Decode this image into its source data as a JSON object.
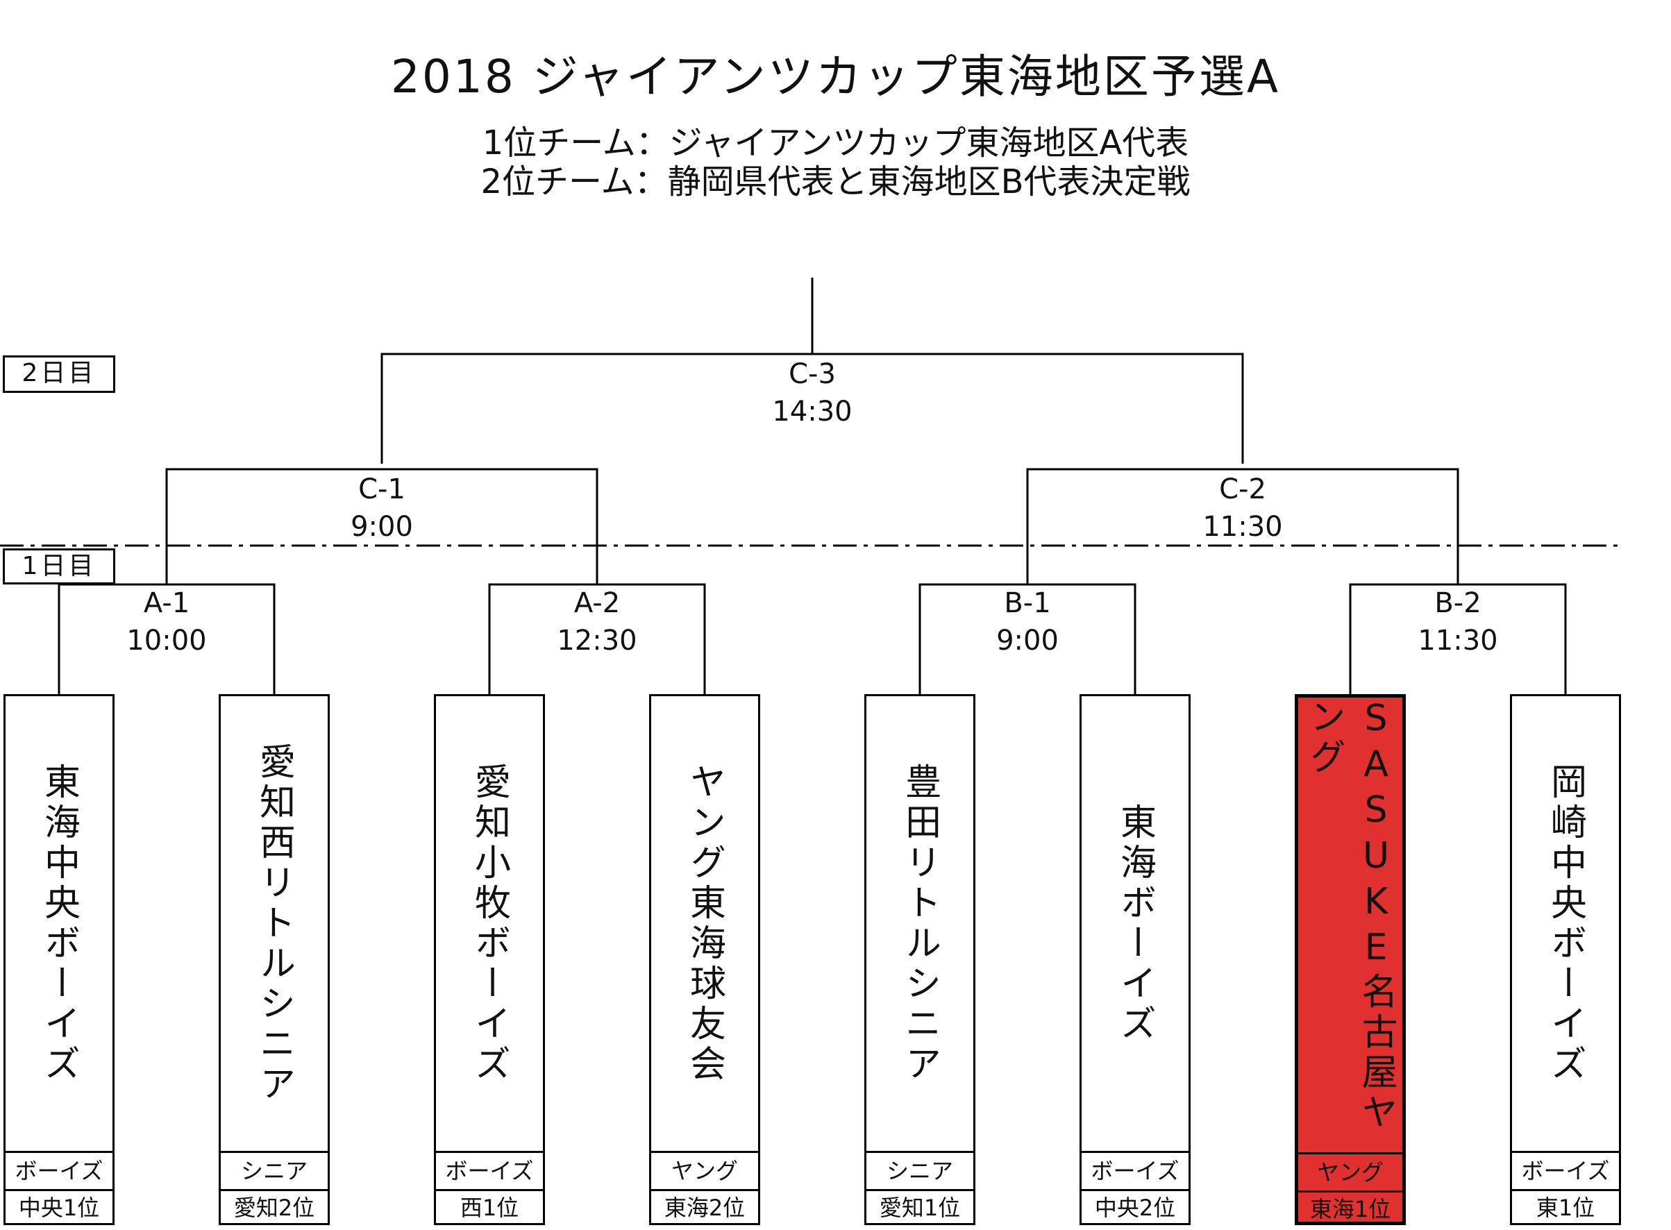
{
  "header": {
    "title": "2018 ジャイアンツカップ東海地区予選A",
    "subtitle_line1": "1位チーム：ジャイアンツカップ東海地区A代表",
    "subtitle_line2": "2位チーム：静岡県代表と東海地区B代表決定戦"
  },
  "days": {
    "day2": "2日目",
    "day1": "1日目"
  },
  "matches": {
    "c3": {
      "code": "C-3",
      "time": "14:30"
    },
    "c1": {
      "code": "C-1",
      "time": "9:00"
    },
    "c2": {
      "code": "C-2",
      "time": "11:30"
    },
    "a1": {
      "code": "A-1",
      "time": "10:00"
    },
    "a2": {
      "code": "A-2",
      "time": "12:30"
    },
    "b1": {
      "code": "B-1",
      "time": "9:00"
    },
    "b2": {
      "code": "B-2",
      "time": "11:30"
    }
  },
  "teams": [
    {
      "name": "東海中央ボーイズ",
      "category": "ボーイズ",
      "rank": "中央1位"
    },
    {
      "name": "愛知西リトルシニア",
      "category": "シニア",
      "rank": "愛知2位"
    },
    {
      "name": "愛知小牧ボーイズ",
      "category": "ボーイズ",
      "rank": "西1位"
    },
    {
      "name": "ヤング東海球友会",
      "category": "ヤング",
      "rank": "東海2位"
    },
    {
      "name": "豊田リトルシニア",
      "category": "シニア",
      "rank": "愛知1位"
    },
    {
      "name": "東海ボーイズ",
      "category": "ボーイズ",
      "rank": "中央2位"
    },
    {
      "name": "SASUKE名古屋ヤング",
      "category": "ヤング",
      "rank": "東海1位",
      "highlighted": true
    },
    {
      "name": "岡崎中央ボーイズ",
      "category": "ボーイズ",
      "rank": "東1位"
    }
  ],
  "colors": {
    "highlight": "#e03030",
    "line": "#000000"
  }
}
